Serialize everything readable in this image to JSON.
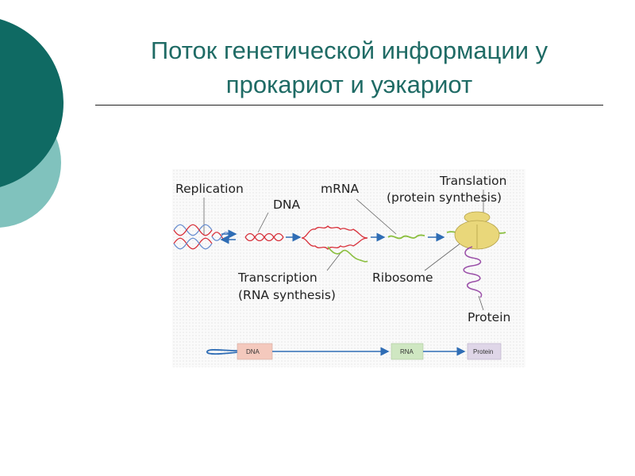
{
  "slide": {
    "title_line1": "Поток генетической информации у",
    "title_line2": "прокариот и уэкариот"
  },
  "figure": {
    "labels": {
      "replication": "Replication",
      "dna": "DNA",
      "mrna": "mRNA",
      "translation": "Translation",
      "translation_sub": "(protein synthesis)",
      "transcription": "Transcription",
      "transcription_sub": "(RNA synthesis)",
      "ribosome": "Ribosome",
      "protein": "Protein"
    },
    "flow_boxes": [
      "DNA",
      "RNA",
      "Protein"
    ]
  },
  "colors": {
    "title": "#1f6b65",
    "deco_dark": "#0f6a63",
    "deco_light": "#80c2bd",
    "dna_red": "#d8303a",
    "dna_blue": "#6a8fd0",
    "rna_green": "#8bbf3f",
    "ribosome": "#e9d77a",
    "protein": "#9a4fa8",
    "arrow_blue": "#2f6db5",
    "box_dna": "#f4c9bd",
    "box_rna": "#cfe7c2",
    "box_protein": "#dfd6e8"
  }
}
